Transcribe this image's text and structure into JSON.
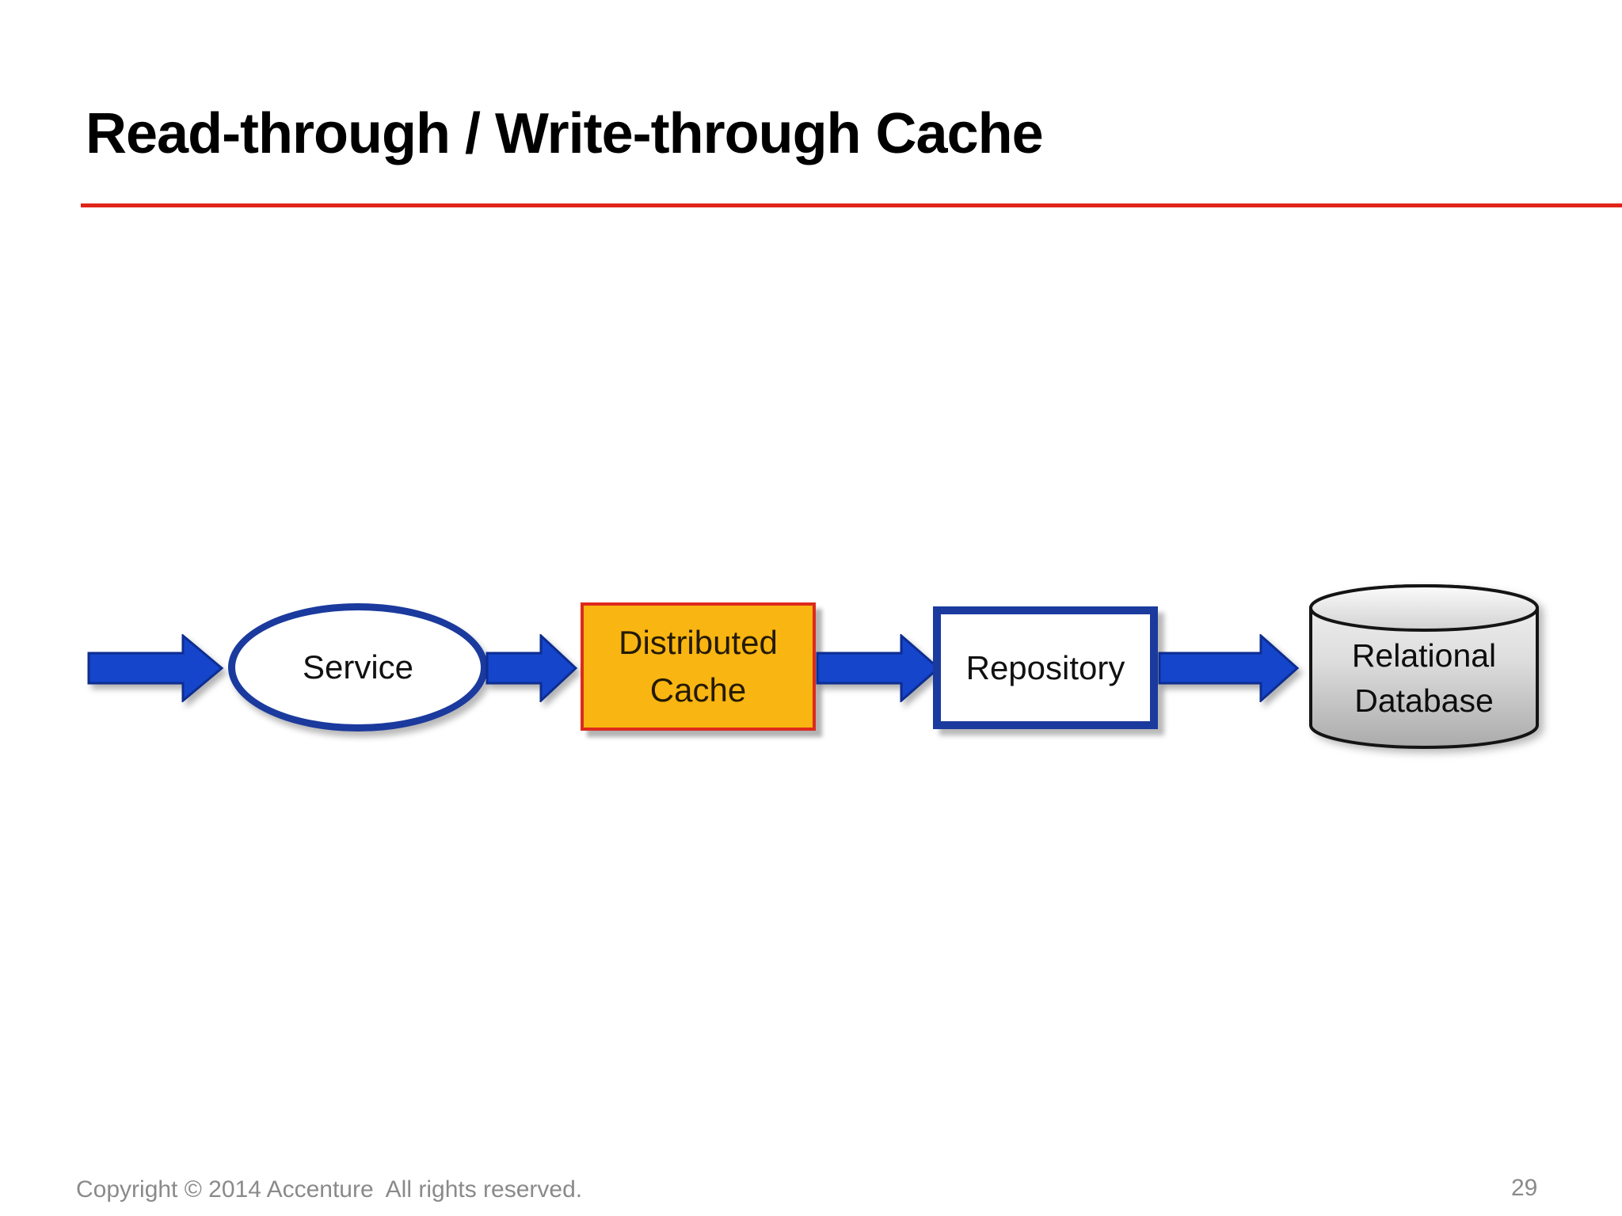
{
  "slide": {
    "title": "Read-through / Write-through Cache",
    "accent_color": "#e0241a",
    "arrow_color": "#1545cb",
    "diagram": {
      "nodes": [
        {
          "label": "Service",
          "shape": "ellipse",
          "fill": "#ffffff",
          "border_color": "#1b3a9e"
        },
        {
          "label": "Distributed Cache",
          "shape": "rectangle",
          "fill": "#f9b511",
          "border_color": "#dd2a1c"
        },
        {
          "label": "Repository",
          "shape": "rectangle",
          "fill": "#ffffff",
          "border_color": "#1b3a9e"
        },
        {
          "label": "Relational Database",
          "shape": "cylinder",
          "fill": "#d9d9d9",
          "border_color": "#141414"
        }
      ]
    },
    "footer": {
      "copyright": "Copyright © 2014 Accenture  All rights reserved.",
      "page_number": "29"
    }
  }
}
